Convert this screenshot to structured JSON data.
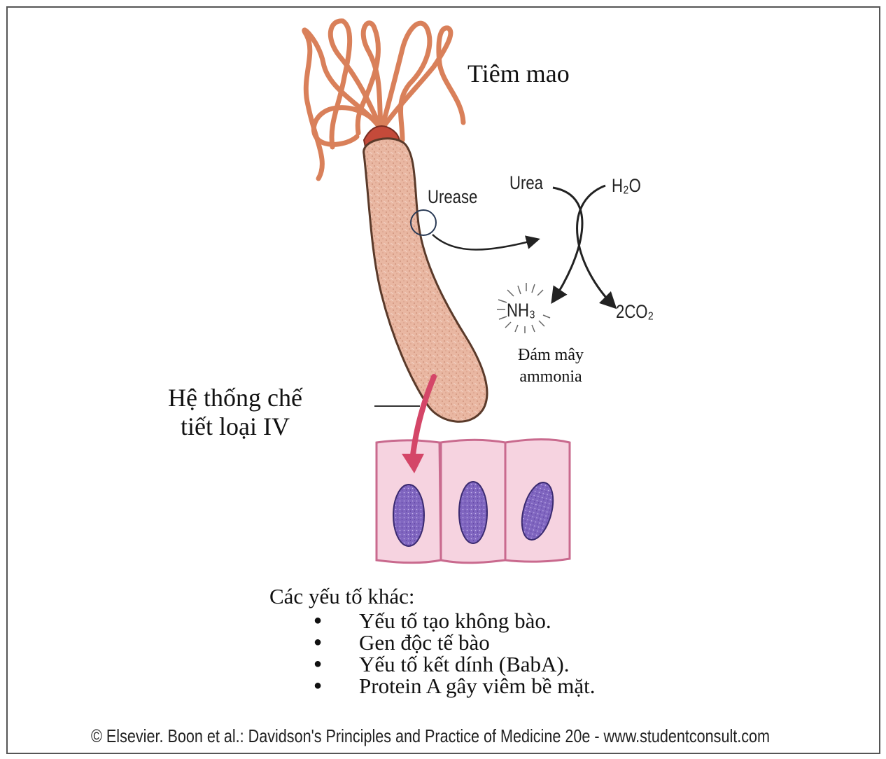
{
  "labels": {
    "flagella": "Tiêm mao",
    "urease": "Urease",
    "urea": "Urea",
    "water": "H₂O",
    "ammonia": "NH₃",
    "carbon_dioxide": "2CO₂",
    "ammonia_cloud_line1": "Đám mây",
    "ammonia_cloud_line2": "ammonia",
    "secretion_line1": "Hệ thống chế",
    "secretion_line2": "tiết loại IV"
  },
  "other_factors": {
    "title": "Các yếu tố khác:",
    "items": [
      "Yếu tố tạo không bào.",
      "Gen độc tế bào",
      "Yếu tố kết dính (BabA).",
      "Protein A gây viêm bề mặt."
    ]
  },
  "credit": "© Elsevier. Boon et al.: Davidson's Principles and Practice of Medicine 20e - www.studentconsult.com",
  "colors": {
    "flagella": "#d9805a",
    "bacterium_fill": "#e9b7a2",
    "bacterium_outline": "#5a3a2a",
    "cell_fill": "#f6d3e0",
    "cell_outline": "#c96a8e",
    "nucleus": "#8066c0",
    "secretion_arrow": "#d44668"
  }
}
